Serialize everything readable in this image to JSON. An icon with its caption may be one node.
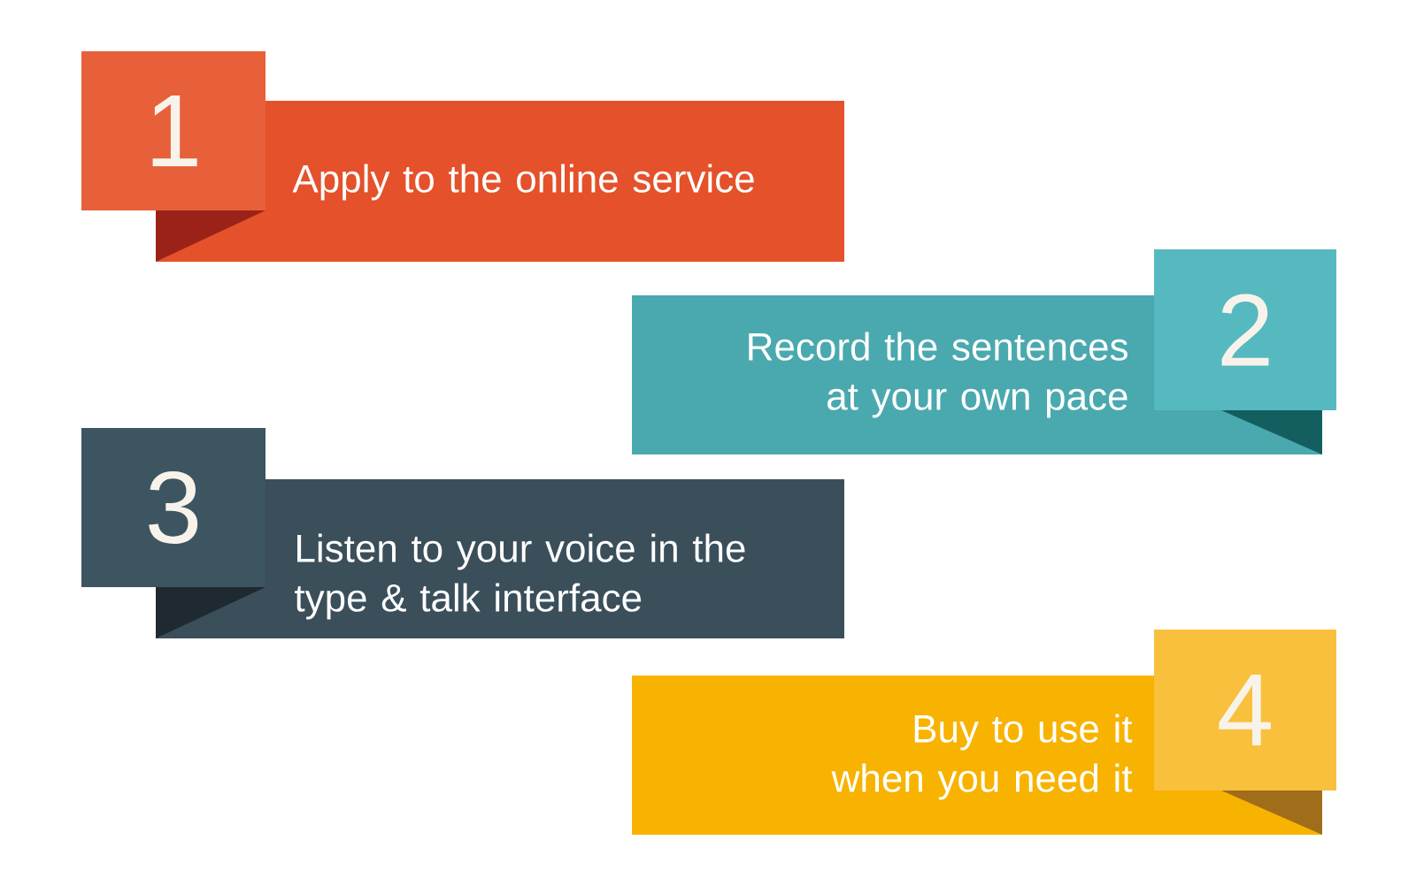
{
  "diagram": {
    "nodes": [
      {
        "text": [
          "1"
        ]
      },
      {
        "text": [
          "Apply to the online service"
        ]
      },
      {
        "text": [
          "Record the sentences at your own pace"
        ]
      },
      {
        "text": [
          "2"
        ]
      },
      {
        "text": [
          "3"
        ]
      },
      {
        "text": [
          "Listen to your voice in the type & talk interface"
        ]
      },
      {
        "text": [
          "Buy to use it when you need it"
        ]
      },
      {
        "text": [
          "4"
        ]
      }
    ]
  }
}
